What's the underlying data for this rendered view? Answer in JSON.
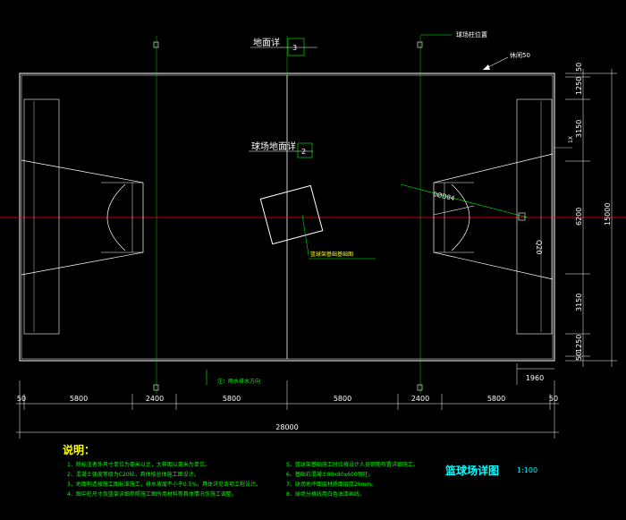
{
  "labels": {
    "ground_section": "地面详",
    "ground_section_num": "3",
    "court_surface": "球场地面详",
    "court_surface_num": "2",
    "post_position": "球场柱位置",
    "top_tag": "休闲50",
    "center_note": "篮球架基础基础图",
    "drain_note": "注：雨水排水方向",
    "rim_label": "0ØD84",
    "angle_label": "Q20"
  },
  "right_dims": {
    "inner": [
      "50",
      "1250",
      "3150",
      "6200",
      "3150",
      "1250",
      "50"
    ],
    "total": "15000",
    "hx": "1X"
  },
  "bottom_dims": {
    "segments": [
      "50",
      "5800",
      "2400",
      "5800",
      "5800",
      "2400",
      "5800",
      "50"
    ],
    "total": "28000",
    "corner": "1960"
  },
  "notes": {
    "title": "说明：",
    "left": [
      "1、除标注者外尺寸单位为毫米以计，大样图以毫米为单位。",
      "2、混凝土强度等级为C20砼，具体按总体施工图设计。",
      "3、地面构造按施工图标准施工，排水坡度不小于0.5%，具体详见各项工程设计。",
      "4、图中柱尺寸及篮架详细参照施工图所用材料等具体情况作施工调整。"
    ],
    "right": [
      "5、篮球架基础施工时应按设计人员钢筋布置详细施工。",
      "6、基础石混凝土80x80x600钢柱。",
      "7、球场地坪面层材质面层厚20mm。",
      "8、球场分格线用白色油漆画线。"
    ]
  },
  "sheet": {
    "title": "篮球场详图",
    "scale": "1:100"
  },
  "colors": {
    "court": "#ffffff",
    "axis": "#ff0000",
    "leader": "#00ff00",
    "label": "#ffffff",
    "dim_text": "#ffffff"
  }
}
